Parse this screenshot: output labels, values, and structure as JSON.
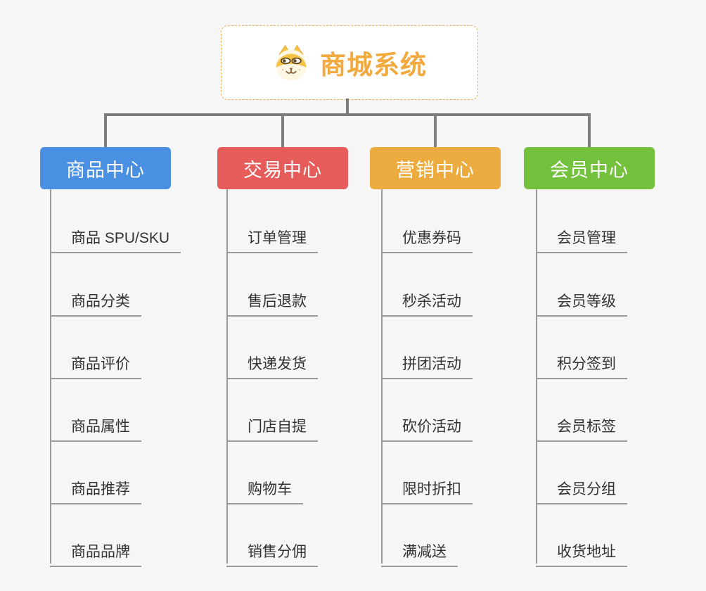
{
  "background_color": "#f6f6f6",
  "connector_color_level1": "#7d7d7d",
  "connector_color_level2": "#9a9a9a",
  "root": {
    "title": "商城系统",
    "icon": "dog-face-icon",
    "border_color": "#f0b05a",
    "title_color": "#f2a93e",
    "background": "#ffffff"
  },
  "branches": [
    {
      "label": "商品中心",
      "color": "#4a90e2",
      "items": [
        "商品 SPU/SKU",
        "商品分类",
        "商品评价",
        "商品属性",
        "商品推荐",
        "商品品牌"
      ]
    },
    {
      "label": "交易中心",
      "color": "#e65c5a",
      "items": [
        "订单管理",
        "售后退款",
        "快递发货",
        "门店自提",
        "购物车",
        "销售分佣"
      ]
    },
    {
      "label": "营销中心",
      "color": "#ecab3f",
      "items": [
        "优惠券码",
        "秒杀活动",
        "拼团活动",
        "砍价活动",
        "限时折扣",
        "满减送"
      ]
    },
    {
      "label": "会员中心",
      "color": "#74c13e",
      "items": [
        "会员管理",
        "会员等级",
        "积分签到",
        "会员标签",
        "会员分组",
        "收货地址"
      ]
    }
  ]
}
